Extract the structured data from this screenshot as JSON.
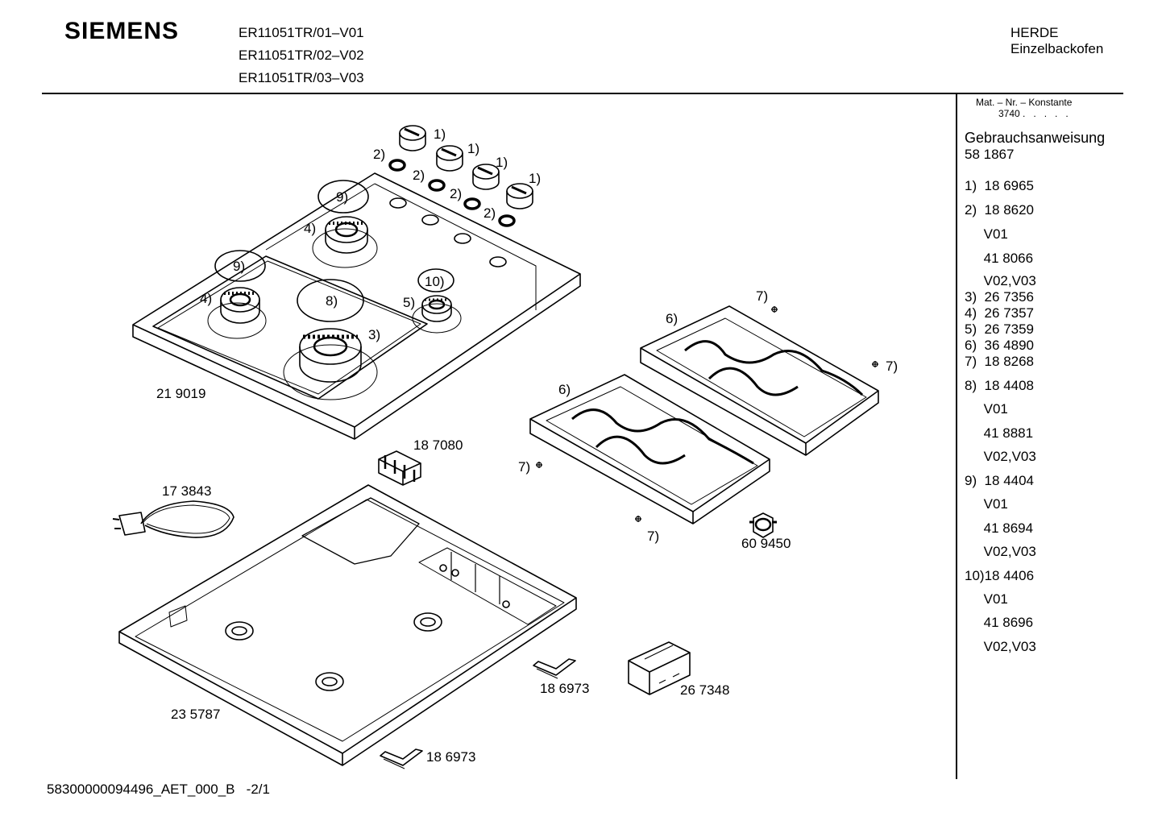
{
  "header": {
    "brand": "SIEMENS",
    "models": [
      "ER11051TR/01–V01",
      "ER11051TR/02–V02",
      "ER11051TR/03–V03"
    ],
    "category": "HERDE",
    "subcategory": "Einzelbackofen"
  },
  "sidebar": {
    "mat_label": "Mat. – Nr. – Konstante",
    "mat_value": "3740 .   .   .   .   .",
    "manual_label": "Gebrauchsanweisung",
    "manual_value": "58 1867",
    "parts": [
      "1)  18 6965",
      "2)  18 8620",
      "     V01",
      "     41 8066",
      "     V02,V03",
      "3)  26 7356",
      "4)  26 7357",
      "5)  26 7359",
      "6)  36 4890",
      "7)  18 8268",
      "8)  18 4408",
      "     V01",
      "     41 8881",
      "     V02,V03",
      "9)  18 4404",
      "     V01",
      "     41 8694",
      "     V02,V03",
      "10)18 4406",
      "     V01",
      "     41 8696",
      "     V02,V03"
    ]
  },
  "diagram": {
    "labels": {
      "knob_1a": "1)",
      "knob_1b": "1)",
      "knob_1c": "1)",
      "knob_1d": "1)",
      "ring_2a": "2)",
      "ring_2b": "2)",
      "ring_2c": "2)",
      "ring_2d": "2)",
      "cap_9a": "9)",
      "cap_9b": "9)",
      "cap_8": "8)",
      "cap_10": "10)",
      "burner_4a": "4)",
      "burner_4b": "4)",
      "burner_5": "5)",
      "burner_3": "3)",
      "grate_6a": "6)",
      "grate_6b": "6)",
      "screw_7a": "7)",
      "screw_7b": "7)",
      "screw_7c": "7)",
      "screw_7d": "7)",
      "hob_top": "21 9019",
      "bracket_top": "18 7080",
      "cable": "17 3843",
      "housing": "23 5787",
      "clip_a": "18 6973",
      "clip_b": "18 6973",
      "box": "26 7348",
      "bracket_round": "60 9450"
    }
  },
  "footer": {
    "code": "58300000094496_AET_000_B   -2/1"
  }
}
